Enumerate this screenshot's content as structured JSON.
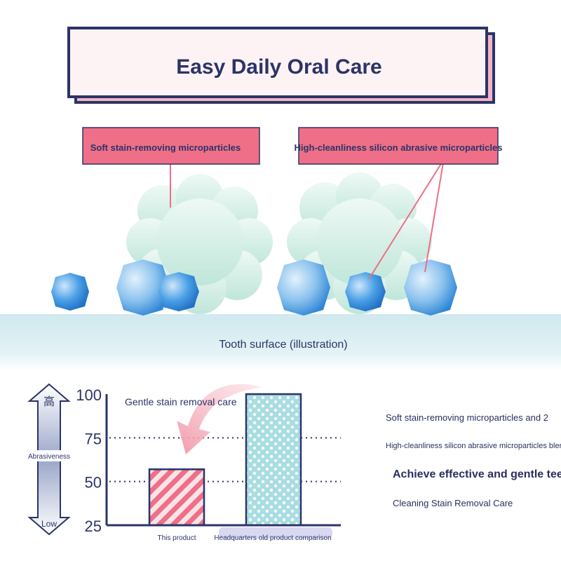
{
  "header": {
    "title": "Easy Daily Oral Care"
  },
  "callouts": {
    "left": "Soft stain-removing microparticles",
    "right": "High-cleanliness silicon abrasive microparticles"
  },
  "illustration": {
    "surface_label": "Tooth surface (illustration)"
  },
  "colors": {
    "navy": "#2b3468",
    "pink": "#ee6f87",
    "blue": "#3a8fd8",
    "mint": "#cfeee6",
    "surface": "#d6eef2"
  },
  "chart_data": {
    "type": "bar",
    "title": "",
    "annotation": "Gentle stain removal care",
    "categories": [
      "This product",
      "Headquarters old product comparison"
    ],
    "values": [
      57,
      100
    ],
    "ylim": [
      25,
      100
    ],
    "yticks": [
      25,
      50,
      75,
      100
    ],
    "ylabel": "Abrasiveness",
    "axis_high": "高",
    "axis_low": "Low",
    "grid": true
  },
  "side_text": {
    "line1": "Soft stain-removing microparticles and 2",
    "line2": "High-cleanliness silicon abrasive microparticles blended",
    "line3": "Achieve effective and gentle teeth",
    "line4": "Cleaning Stain Removal Care"
  }
}
